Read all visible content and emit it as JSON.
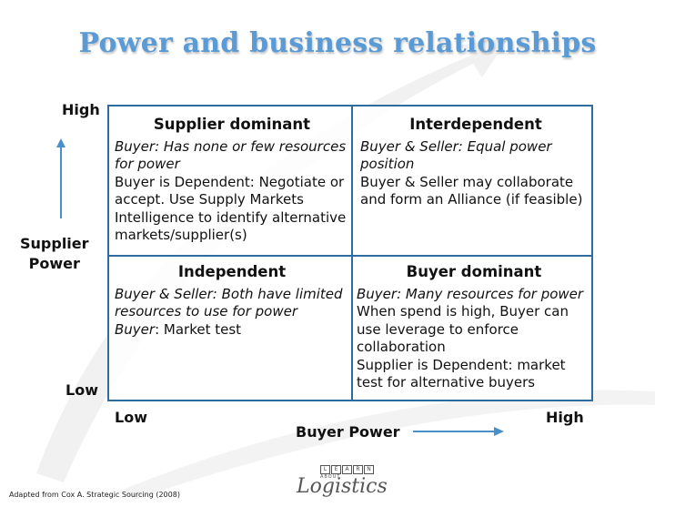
{
  "title": "Power and business relationships",
  "axes": {
    "y_high": "High",
    "y_low": "Low",
    "y_label_line1": "Supplier",
    "y_label_line2": "Power",
    "x_low": "Low",
    "x_high": "High",
    "x_label": "Buyer Power"
  },
  "quadrants": {
    "top_left": {
      "title": "Supplier dominant",
      "italic": "Buyer: Has none or few resources for power",
      "text": "Buyer is Dependent: Negotiate or accept. Use Supply Markets Intelligence to identify alternative markets/supplier(s)"
    },
    "top_right": {
      "title": "Interdependent",
      "italic": "Buyer & Seller: Equal power position",
      "text": "Buyer & Seller may collaborate and form an Alliance (if feasible)"
    },
    "bottom_left": {
      "title": "Independent",
      "italic": "Buyer & Seller: Both have limited resources to use for power",
      "text_italic_part": "Buyer",
      "text_rest": ": Market test"
    },
    "bottom_right": {
      "title": "Buyer dominant",
      "italic": "Buyer: Many resources for power",
      "text1": "When spend is high, Buyer can use leverage to enforce collaboration",
      "text2": "Supplier is Dependent: market test for alternative buyers"
    }
  },
  "footer": {
    "note": "Adapted from Cox A. Strategic Sourcing (2008)"
  },
  "logo": {
    "letters": [
      "L",
      "E",
      "A",
      "R",
      "N"
    ],
    "middle": "ABOUT",
    "script": "Logistics"
  },
  "colors": {
    "title": "#5b9bd5",
    "grid_border": "#2e6b9e",
    "arrow": "#4a90c8"
  }
}
